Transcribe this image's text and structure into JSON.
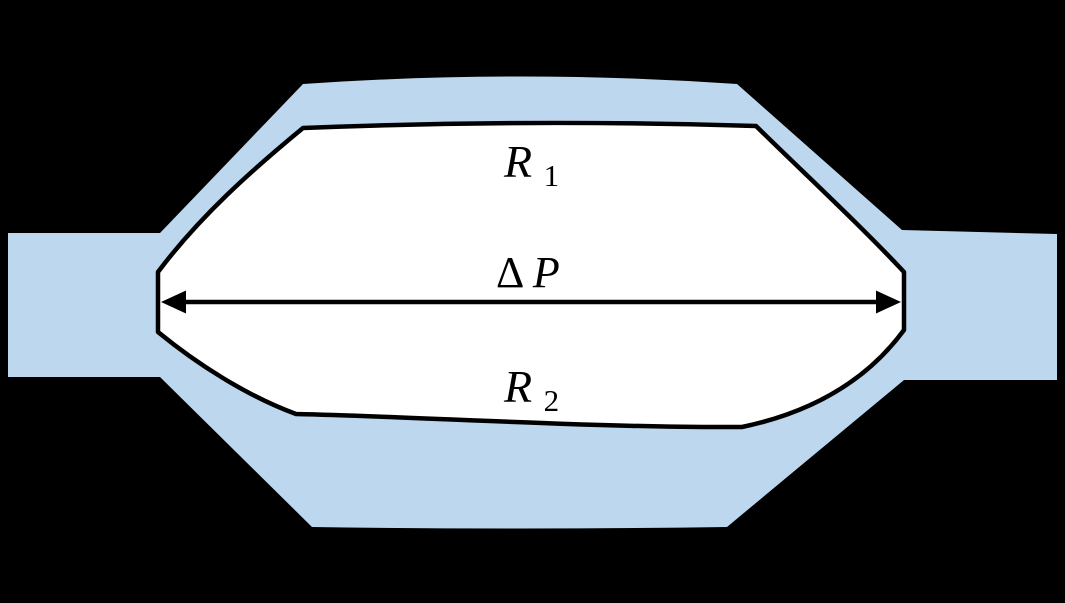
{
  "labels": {
    "r1": {
      "base": "R",
      "sub": "1"
    },
    "delta_p": {
      "delta": "Δ",
      "p": "P"
    },
    "r2": {
      "base": "R",
      "sub": "2"
    }
  },
  "colors": {
    "background": "#000000",
    "channel_fill": "#BDD7EE",
    "lumen_fill": "#FFFFFF",
    "outline": "#000000",
    "arrow": "#000000",
    "text": "#000000"
  }
}
